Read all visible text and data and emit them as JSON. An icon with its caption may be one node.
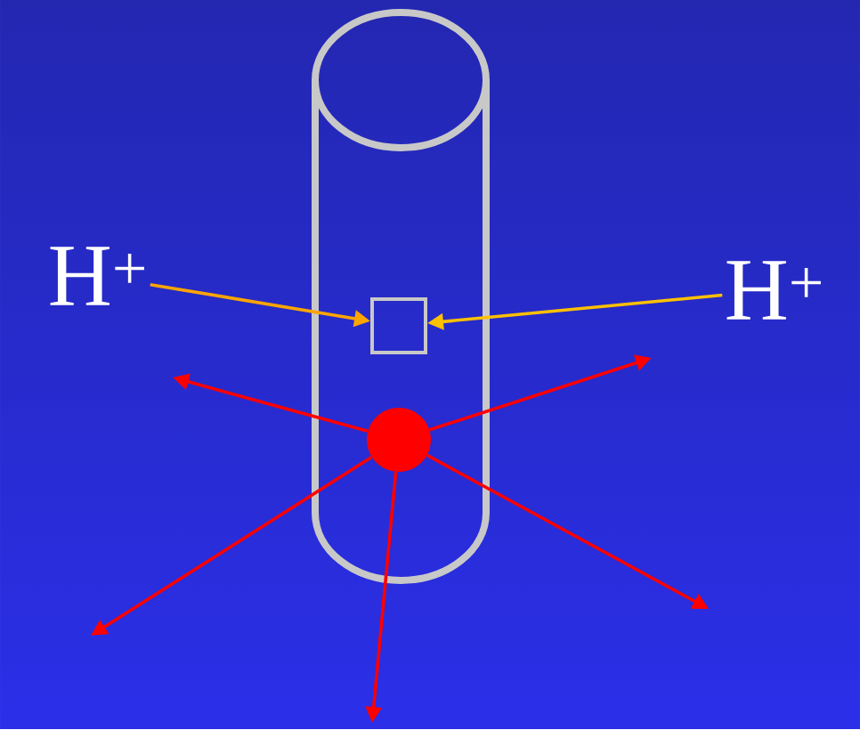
{
  "diagram": {
    "nodes": [
      {
        "text": [],
        "shape": "cylinder"
      },
      {
        "text": [
          "H$^{+}$"
        ]
      },
      {
        "text": [],
        "shape": "box",
        "in": 0
      },
      {
        "text": [
          "H$^{+}$"
        ]
      },
      {
        "text": [],
        "shape": "circle",
        "in": 0
      }
    ],
    "edges": [
      {
        "from": 1,
        "to": 2,
        "arrow": "to",
        "color": "#ffa500"
      },
      {
        "from": 3,
        "to": 2,
        "arrow": "to",
        "color": "#ffc000"
      },
      {
        "from": 4,
        "to": null,
        "arrow": "to"
      },
      {
        "from": 4,
        "to": null,
        "arrow": "to"
      },
      {
        "from": 4,
        "to": null,
        "arrow": "to"
      },
      {
        "from": 4,
        "to": null,
        "arrow": "to"
      },
      {
        "from": 4,
        "to": null,
        "arrow": "to"
      }
    ]
  }
}
